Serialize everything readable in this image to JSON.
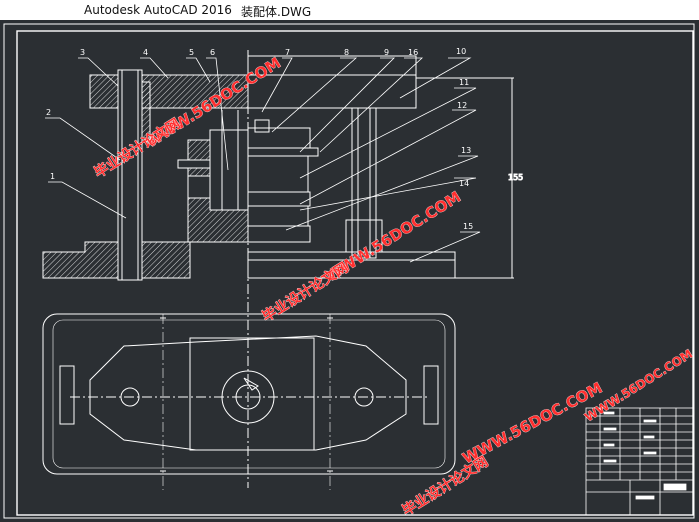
{
  "titlebar": {
    "app_name": "Autodesk AutoCAD 2016",
    "document_name": "装配体.DWG"
  },
  "drawing": {
    "part_numbers": [
      "3",
      "4",
      "5",
      "6",
      "7",
      "8",
      "9",
      "16",
      "10",
      "11",
      "12",
      "2",
      "13",
      "14",
      "1",
      "15"
    ]
  },
  "watermarks": {
    "site_text": "WWW.56DOC.COM",
    "cn_text": "毕业设计论文网"
  },
  "colors": {
    "background": "#2b2f33",
    "lines": "#ffffff",
    "watermark": "#ff2f2f"
  }
}
